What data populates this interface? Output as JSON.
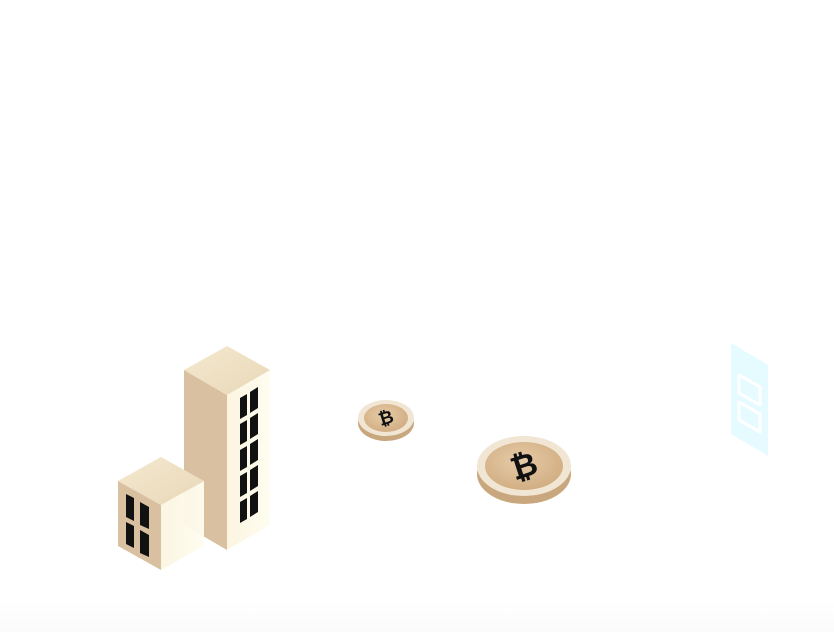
{
  "scene": {
    "description_items": [
      "buildings",
      "bitcoin-coins",
      "server-card"
    ],
    "colors": {
      "building_front": "#d9c0a0",
      "building_side": "#fbf5e0",
      "building_top": "#efe2c6",
      "window": "#111111",
      "coin_face": "#d8b88f",
      "coin_rim": "#f1e5d3",
      "coin_edge": "#c9a77e",
      "coin_symbol": "#111111",
      "server_card": "#e6fbff"
    },
    "icons": {
      "coin_symbol": "bitcoin-icon",
      "server": "server-icon"
    }
  }
}
